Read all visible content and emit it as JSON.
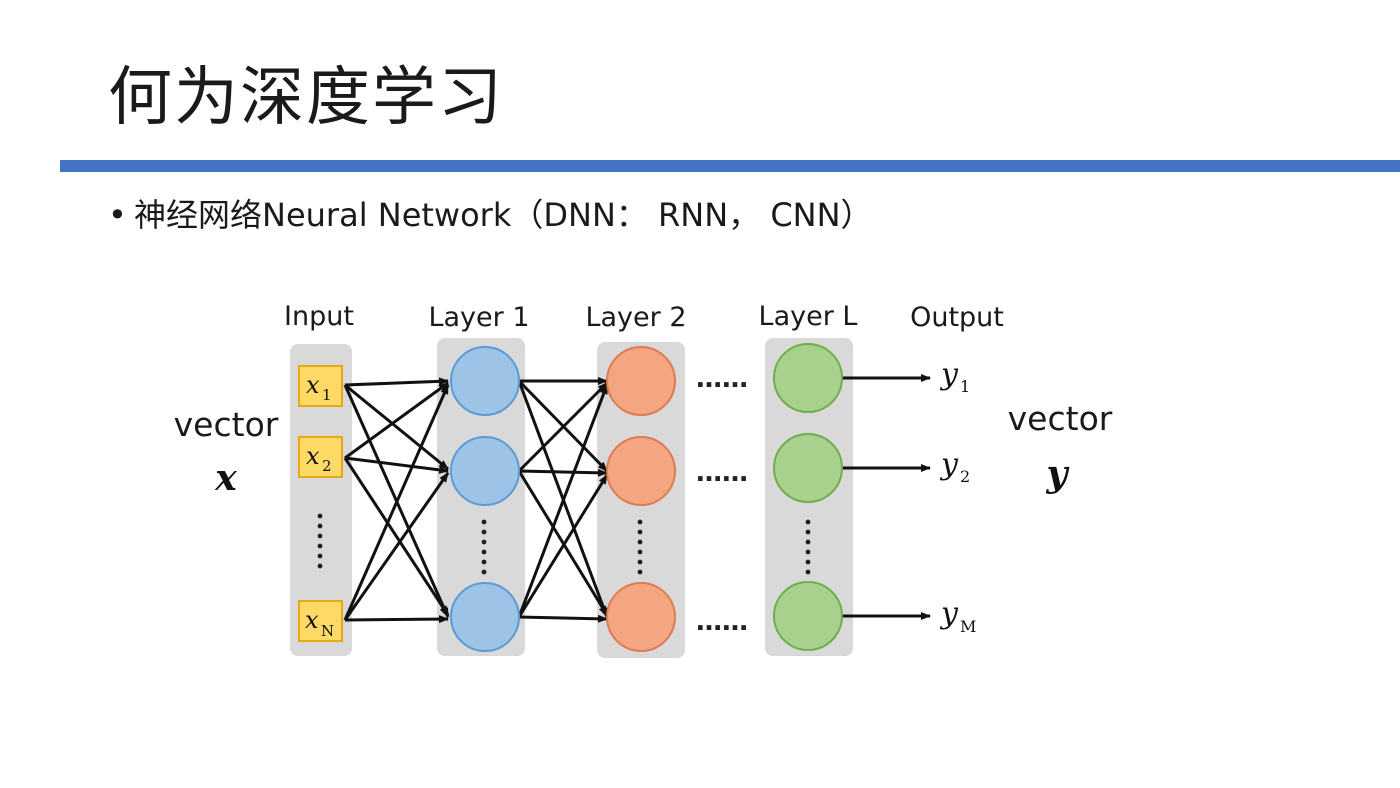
{
  "slide": {
    "title": "何为深度学习",
    "bullet": {
      "zh": "神经网络",
      "en": "Neural Network",
      "paren": "（DNN： RNN， CNN）"
    },
    "rule_color": "#4472c4"
  },
  "diagram": {
    "column_labels": {
      "input": "Input",
      "layer1": "Layer 1",
      "layer2": "Layer 2",
      "layerL": "Layer L",
      "output": "Output"
    },
    "input_vector": {
      "label": "vector",
      "symbol": "x"
    },
    "output_vector": {
      "label": "vector",
      "symbol": "y"
    },
    "inputs": [
      {
        "base": "x",
        "sub": "1"
      },
      {
        "base": "x",
        "sub": "2"
      },
      {
        "base": "x",
        "sub": "N"
      }
    ],
    "outputs": [
      {
        "base": "y",
        "sub": "1"
      },
      {
        "base": "y",
        "sub": "2"
      },
      {
        "base": "y",
        "sub": "M"
      }
    ],
    "ellipsis": "……",
    "colors": {
      "input_box_fill": "#ffd966",
      "input_box_stroke": "#e6a817",
      "layer1_fill": "#9dc3e6",
      "layer1_stroke": "#5b9bd5",
      "layer2_fill": "#f4a582",
      "layer2_stroke": "#e07a50",
      "layerL_fill": "#a9d18e",
      "layerL_stroke": "#70ad47",
      "column_bg": "#d9d9d9"
    }
  }
}
